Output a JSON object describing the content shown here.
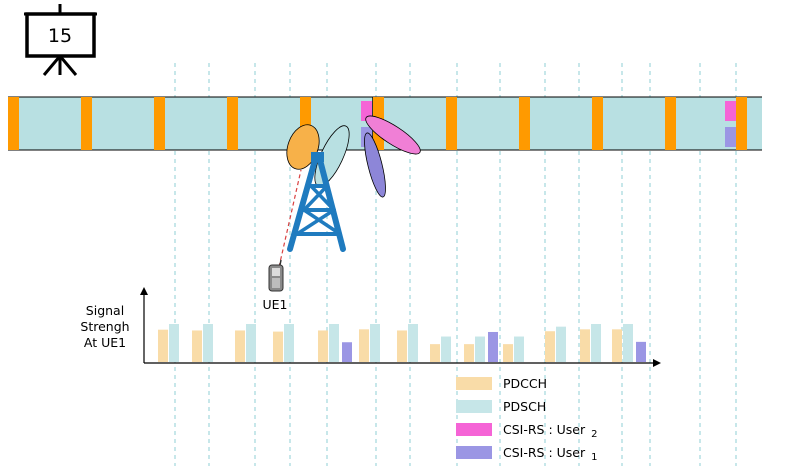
{
  "slide_number": "15",
  "ue_label": "UE1",
  "signal_label_lines": [
    "Signal",
    "Strengh",
    "At UE1"
  ],
  "colors": {
    "pdcch": "#f9dca8",
    "pdsch": "#c6e6e8",
    "csi_user2": "#f564d6",
    "csi_user1": "#9b96e4",
    "frame_fill": "#b8e0e2",
    "control_region": "#ff9a00",
    "tower": "#1f7bbf",
    "beam_orange": "#f7b149",
    "beam_cyan": "#b8e0e2",
    "beam_magenta": "#f07fd6",
    "beam_purple": "#8d86d8",
    "guide_line": "#8fcfd6",
    "ue_link": "#d94040"
  },
  "legend": [
    {
      "key": "pdcch",
      "label": "PDCCH",
      "sub": ""
    },
    {
      "key": "pdsch",
      "label": "PDSCH",
      "sub": ""
    },
    {
      "key": "csi_user2",
      "label": "CSI-RS : User ",
      "sub": "2"
    },
    {
      "key": "csi_user1",
      "label": "CSI-RS : User ",
      "sub": "1"
    }
  ],
  "signal_strength": [
    {
      "slot": 1,
      "pdcch": 0.85,
      "pdsch": 1.0
    },
    {
      "slot": 2,
      "pdcch": 0.83,
      "pdsch": 1.0
    },
    {
      "slot": 3,
      "pdcch": 0.83,
      "pdsch": 1.0
    },
    {
      "slot": 4,
      "pdcch": 0.8,
      "pdsch": 1.0
    },
    {
      "slot": 5,
      "pdcch": 0.83,
      "pdsch": 1.0,
      "csi_user1": 0.52
    },
    {
      "slot": 6,
      "pdcch": 0.86,
      "pdsch": 1.0
    },
    {
      "slot": 7,
      "pdcch": 0.83,
      "pdsch": 1.0
    },
    {
      "slot": 8,
      "pdcch": 0.47,
      "pdsch": 0.67
    },
    {
      "slot": 9,
      "pdcch": 0.47,
      "pdsch": 0.67,
      "csi_user1": 0.79
    },
    {
      "slot": 10,
      "pdcch": 0.47,
      "pdsch": 0.67
    },
    {
      "slot": 11,
      "pdcch": 0.81,
      "pdsch": 0.93
    },
    {
      "slot": 12,
      "pdcch": 0.86,
      "pdsch": 1.0
    },
    {
      "slot": 13,
      "pdcch": 0.86,
      "pdsch": 1.0,
      "csi_user1": 0.53
    }
  ]
}
